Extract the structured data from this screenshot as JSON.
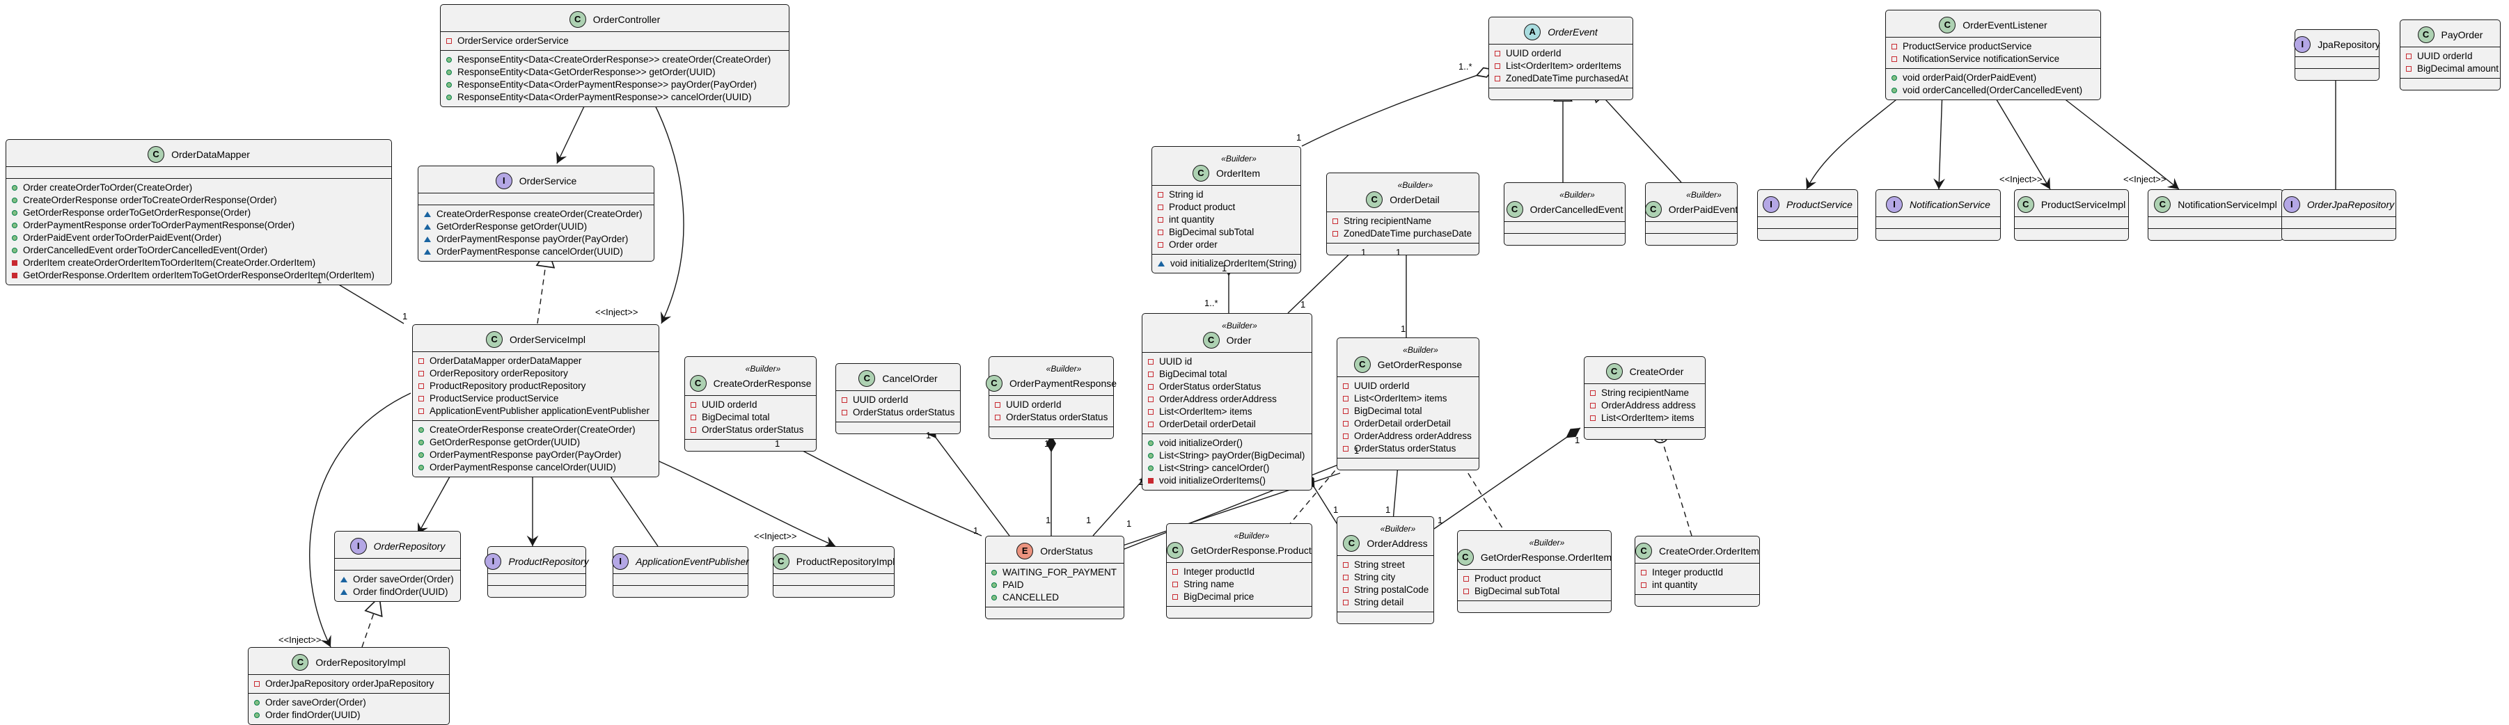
{
  "diagram": {
    "classes": [
      {
        "id": "OrderController",
        "kind": "C",
        "name": "OrderController",
        "italic": false,
        "stereotype": "",
        "fields": [
          {
            "v": "private",
            "t": "OrderService orderService"
          }
        ],
        "methods": [
          {
            "v": "public",
            "t": "ResponseEntity<Data<CreateOrderResponse>> createOrder(CreateOrder)"
          },
          {
            "v": "public",
            "t": "ResponseEntity<Data<GetOrderResponse>> getOrder(UUID)"
          },
          {
            "v": "public",
            "t": "ResponseEntity<Data<OrderPaymentResponse>> payOrder(PayOrder)"
          },
          {
            "v": "public",
            "t": "ResponseEntity<Data<OrderPaymentResponse>> cancelOrder(UUID)"
          }
        ]
      },
      {
        "id": "OrderDataMapper",
        "kind": "C",
        "name": "OrderDataMapper",
        "italic": false,
        "stereotype": "",
        "fields": [],
        "methods": [
          {
            "v": "public",
            "t": "Order createOrderToOrder(CreateOrder)"
          },
          {
            "v": "public",
            "t": "CreateOrderResponse orderToCreateOrderResponse(Order)"
          },
          {
            "v": "public",
            "t": "GetOrderResponse orderToGetOrderResponse(Order)"
          },
          {
            "v": "public",
            "t": "OrderPaymentResponse orderToOrderPaymentResponse(Order)"
          },
          {
            "v": "public",
            "t": "OrderPaidEvent orderToOrderPaidEvent(Order)"
          },
          {
            "v": "public",
            "t": "OrderCancelledEvent orderToOrderCancelledEvent(Order)"
          },
          {
            "v": "privatefill",
            "t": "OrderItem createOrderOrderItemToOrderItem(CreateOrder.OrderItem)"
          },
          {
            "v": "privatefill",
            "t": "GetOrderResponse.OrderItem orderItemToGetOrderResponseOrderItem(OrderItem)"
          }
        ]
      },
      {
        "id": "OrderService",
        "kind": "I",
        "name": "OrderService",
        "italic": false,
        "stereotype": "",
        "fields": [],
        "methods": [
          {
            "v": "package",
            "t": "CreateOrderResponse createOrder(CreateOrder)"
          },
          {
            "v": "package",
            "t": "GetOrderResponse getOrder(UUID)"
          },
          {
            "v": "package",
            "t": "OrderPaymentResponse payOrder(PayOrder)"
          },
          {
            "v": "package",
            "t": "OrderPaymentResponse cancelOrder(UUID)"
          }
        ]
      },
      {
        "id": "OrderServiceImpl",
        "kind": "C",
        "name": "OrderServiceImpl",
        "italic": false,
        "stereotype": "",
        "fields": [
          {
            "v": "private",
            "t": "OrderDataMapper orderDataMapper"
          },
          {
            "v": "private",
            "t": "OrderRepository orderRepository"
          },
          {
            "v": "private",
            "t": "ProductRepository productRepository"
          },
          {
            "v": "private",
            "t": "ProductService productService"
          },
          {
            "v": "private",
            "t": "ApplicationEventPublisher applicationEventPublisher"
          }
        ],
        "methods": [
          {
            "v": "public",
            "t": "CreateOrderResponse createOrder(CreateOrder)"
          },
          {
            "v": "public",
            "t": "GetOrderResponse getOrder(UUID)"
          },
          {
            "v": "public",
            "t": "OrderPaymentResponse payOrder(PayOrder)"
          },
          {
            "v": "public",
            "t": "OrderPaymentResponse cancelOrder(UUID)"
          }
        ]
      },
      {
        "id": "OrderRepository",
        "kind": "I",
        "name": "OrderRepository",
        "italic": true,
        "stereotype": "",
        "fields": [],
        "methods": [
          {
            "v": "package",
            "t": "Order saveOrder(Order)"
          },
          {
            "v": "package",
            "t": "Order findOrder(UUID)"
          }
        ]
      },
      {
        "id": "ProductRepository",
        "kind": "I",
        "name": "ProductRepository",
        "italic": true,
        "stereotype": "",
        "fields": [],
        "methods": []
      },
      {
        "id": "ApplicationEventPublisher",
        "kind": "I",
        "name": "ApplicationEventPublisher",
        "italic": true,
        "stereotype": "",
        "fields": [],
        "methods": []
      },
      {
        "id": "ProductRepositoryImpl",
        "kind": "C",
        "name": "ProductRepositoryImpl",
        "italic": false,
        "stereotype": "",
        "fields": [],
        "methods": []
      },
      {
        "id": "OrderRepositoryImpl",
        "kind": "C",
        "name": "OrderRepositoryImpl",
        "italic": false,
        "stereotype": "",
        "fields": [
          {
            "v": "private",
            "t": "OrderJpaRepository orderJpaRepository"
          }
        ],
        "methods": [
          {
            "v": "public",
            "t": "Order saveOrder(Order)"
          },
          {
            "v": "public",
            "t": "Order findOrder(UUID)"
          }
        ]
      },
      {
        "id": "CreateOrderResponse",
        "kind": "C",
        "name": "CreateOrderResponse",
        "italic": false,
        "stereotype": "«Builder»",
        "fields": [
          {
            "v": "private",
            "t": "UUID orderId"
          },
          {
            "v": "private",
            "t": "BigDecimal total"
          },
          {
            "v": "private",
            "t": "OrderStatus orderStatus"
          }
        ],
        "methods": []
      },
      {
        "id": "CancelOrder",
        "kind": "C",
        "name": "CancelOrder",
        "italic": false,
        "stereotype": "",
        "fields": [
          {
            "v": "private",
            "t": "UUID orderId"
          },
          {
            "v": "private",
            "t": "OrderStatus orderStatus"
          }
        ],
        "methods": []
      },
      {
        "id": "OrderPaymentResponse",
        "kind": "C",
        "name": "OrderPaymentResponse",
        "italic": false,
        "stereotype": "«Builder»",
        "fields": [
          {
            "v": "private",
            "t": "UUID orderId"
          },
          {
            "v": "private",
            "t": "OrderStatus orderStatus"
          }
        ],
        "methods": []
      },
      {
        "id": "OrderStatus",
        "kind": "E",
        "name": "OrderStatus",
        "italic": false,
        "stereotype": "",
        "fields": [
          {
            "v": "public",
            "t": "WAITING_FOR_PAYMENT"
          },
          {
            "v": "public",
            "t": "PAID"
          },
          {
            "v": "public",
            "t": "CANCELLED"
          }
        ],
        "methods": []
      },
      {
        "id": "OrderItem",
        "kind": "C",
        "name": "OrderItem",
        "italic": false,
        "stereotype": "«Builder»",
        "fields": [
          {
            "v": "private",
            "t": "String id"
          },
          {
            "v": "private",
            "t": "Product product"
          },
          {
            "v": "private",
            "t": "int quantity"
          },
          {
            "v": "private",
            "t": "BigDecimal subTotal"
          },
          {
            "v": "private",
            "t": "Order order"
          }
        ],
        "methods": [
          {
            "v": "package",
            "t": "void initializeOrderItem(String)"
          }
        ]
      },
      {
        "id": "Order",
        "kind": "C",
        "name": "Order",
        "italic": false,
        "stereotype": "«Builder»",
        "fields": [
          {
            "v": "private",
            "t": "UUID id"
          },
          {
            "v": "private",
            "t": "BigDecimal total"
          },
          {
            "v": "private",
            "t": "OrderStatus orderStatus"
          },
          {
            "v": "private",
            "t": "OrderAddress orderAddress"
          },
          {
            "v": "private",
            "t": "List<OrderItem> items"
          },
          {
            "v": "private",
            "t": "OrderDetail orderDetail"
          }
        ],
        "methods": [
          {
            "v": "public",
            "t": "void initializeOrder()"
          },
          {
            "v": "public",
            "t": "List<String> payOrder(BigDecimal)"
          },
          {
            "v": "public",
            "t": "List<String> cancelOrder()"
          },
          {
            "v": "privatefill",
            "t": "void initializeOrderItems()"
          }
        ]
      },
      {
        "id": "GetOrderResponseProduct",
        "kind": "C",
        "name": "GetOrderResponse.Product",
        "italic": false,
        "stereotype": "«Builder»",
        "fields": [
          {
            "v": "private",
            "t": "Integer productId"
          },
          {
            "v": "private",
            "t": "String name"
          },
          {
            "v": "private",
            "t": "BigDecimal price"
          }
        ],
        "methods": []
      },
      {
        "id": "OrderDetail",
        "kind": "C",
        "name": "OrderDetail",
        "italic": false,
        "stereotype": "«Builder»",
        "fields": [
          {
            "v": "private",
            "t": "String recipientName"
          },
          {
            "v": "private",
            "t": "ZonedDateTime purchaseDate"
          }
        ],
        "methods": []
      },
      {
        "id": "GetOrderResponse",
        "kind": "C",
        "name": "GetOrderResponse",
        "italic": false,
        "stereotype": "«Builder»",
        "fields": [
          {
            "v": "private",
            "t": "UUID orderId"
          },
          {
            "v": "private",
            "t": "List<OrderItem> items"
          },
          {
            "v": "private",
            "t": "BigDecimal total"
          },
          {
            "v": "private",
            "t": "OrderDetail orderDetail"
          },
          {
            "v": "private",
            "t": "OrderAddress orderAddress"
          },
          {
            "v": "private",
            "t": "OrderStatus orderStatus"
          }
        ],
        "methods": []
      },
      {
        "id": "OrderAddress",
        "kind": "C",
        "name": "OrderAddress",
        "italic": false,
        "stereotype": "«Builder»",
        "fields": [
          {
            "v": "private",
            "t": "String street"
          },
          {
            "v": "private",
            "t": "String city"
          },
          {
            "v": "private",
            "t": "String postalCode"
          },
          {
            "v": "private",
            "t": "String detail"
          }
        ],
        "methods": []
      },
      {
        "id": "GetOrderResponseOrderItem",
        "kind": "C",
        "name": "GetOrderResponse.OrderItem",
        "italic": false,
        "stereotype": "«Builder»",
        "fields": [
          {
            "v": "private",
            "t": "Product product"
          },
          {
            "v": "private",
            "t": "BigDecimal subTotal"
          }
        ],
        "methods": []
      },
      {
        "id": "OrderEvent",
        "kind": "A",
        "name": "OrderEvent",
        "italic": true,
        "stereotype": "",
        "fields": [
          {
            "v": "private",
            "t": "UUID orderId"
          },
          {
            "v": "private",
            "t": "List<OrderItem> orderItems"
          },
          {
            "v": "private",
            "t": "ZonedDateTime purchasedAt"
          }
        ],
        "methods": []
      },
      {
        "id": "OrderCancelledEvent",
        "kind": "C",
        "name": "OrderCancelledEvent",
        "italic": false,
        "stereotype": "«Builder»",
        "fields": [],
        "methods": []
      },
      {
        "id": "OrderPaidEvent",
        "kind": "C",
        "name": "OrderPaidEvent",
        "italic": false,
        "stereotype": "«Builder»",
        "fields": [],
        "methods": []
      },
      {
        "id": "CreateOrder",
        "kind": "C",
        "name": "CreateOrder",
        "italic": false,
        "stereotype": "",
        "fields": [
          {
            "v": "private",
            "t": "String recipientName"
          },
          {
            "v": "private",
            "t": "OrderAddress address"
          },
          {
            "v": "private",
            "t": "List<OrderItem> items"
          }
        ],
        "methods": []
      },
      {
        "id": "CreateOrderOrderItem",
        "kind": "C",
        "name": "CreateOrder.OrderItem",
        "italic": false,
        "stereotype": "",
        "fields": [
          {
            "v": "private",
            "t": "Integer productId"
          },
          {
            "v": "private",
            "t": "int quantity"
          }
        ],
        "methods": []
      },
      {
        "id": "OrderEventListener",
        "kind": "C",
        "name": "OrderEventListener",
        "italic": false,
        "stereotype": "",
        "fields": [
          {
            "v": "private",
            "t": "ProductService productService"
          },
          {
            "v": "private",
            "t": "NotificationService notificationService"
          }
        ],
        "methods": [
          {
            "v": "public",
            "t": "void orderPaid(OrderPaidEvent)"
          },
          {
            "v": "public",
            "t": "void orderCancelled(OrderCancelledEvent)"
          }
        ]
      },
      {
        "id": "ProductService",
        "kind": "I",
        "name": "ProductService",
        "italic": true,
        "stereotype": "",
        "fields": [],
        "methods": []
      },
      {
        "id": "NotificationService",
        "kind": "I",
        "name": "NotificationService",
        "italic": true,
        "stereotype": "",
        "fields": [],
        "methods": []
      },
      {
        "id": "ProductServiceImpl",
        "kind": "C",
        "name": "ProductServiceImpl",
        "italic": false,
        "stereotype": "",
        "fields": [],
        "methods": []
      },
      {
        "id": "NotificationServiceImpl",
        "kind": "C",
        "name": "NotificationServiceImpl",
        "italic": false,
        "stereotype": "",
        "fields": [],
        "methods": []
      },
      {
        "id": "JpaRepository",
        "kind": "I",
        "name": "JpaRepository",
        "italic": false,
        "stereotype": "",
        "fields": [],
        "methods": []
      },
      {
        "id": "OrderJpaRepository",
        "kind": "I",
        "name": "OrderJpaRepository",
        "italic": true,
        "stereotype": "",
        "fields": [],
        "methods": []
      },
      {
        "id": "PayOrder",
        "kind": "C",
        "name": "PayOrder",
        "italic": false,
        "stereotype": "",
        "fields": [
          {
            "v": "private",
            "t": "UUID orderId"
          },
          {
            "v": "private",
            "t": "BigDecimal amount"
          }
        ],
        "methods": []
      }
    ],
    "edge_labels": {
      "inject": "<<Inject>>",
      "one": "1",
      "many": "1..*",
      "one_to_many": "1..*"
    },
    "colors": {
      "class_badge": "#add1b2",
      "interface_badge": "#b4a7e5",
      "enum_badge": "#eb937f",
      "abstract_badge": "#a9dcdf",
      "box_fill": "#f1f1f1",
      "line": "#181818"
    }
  }
}
